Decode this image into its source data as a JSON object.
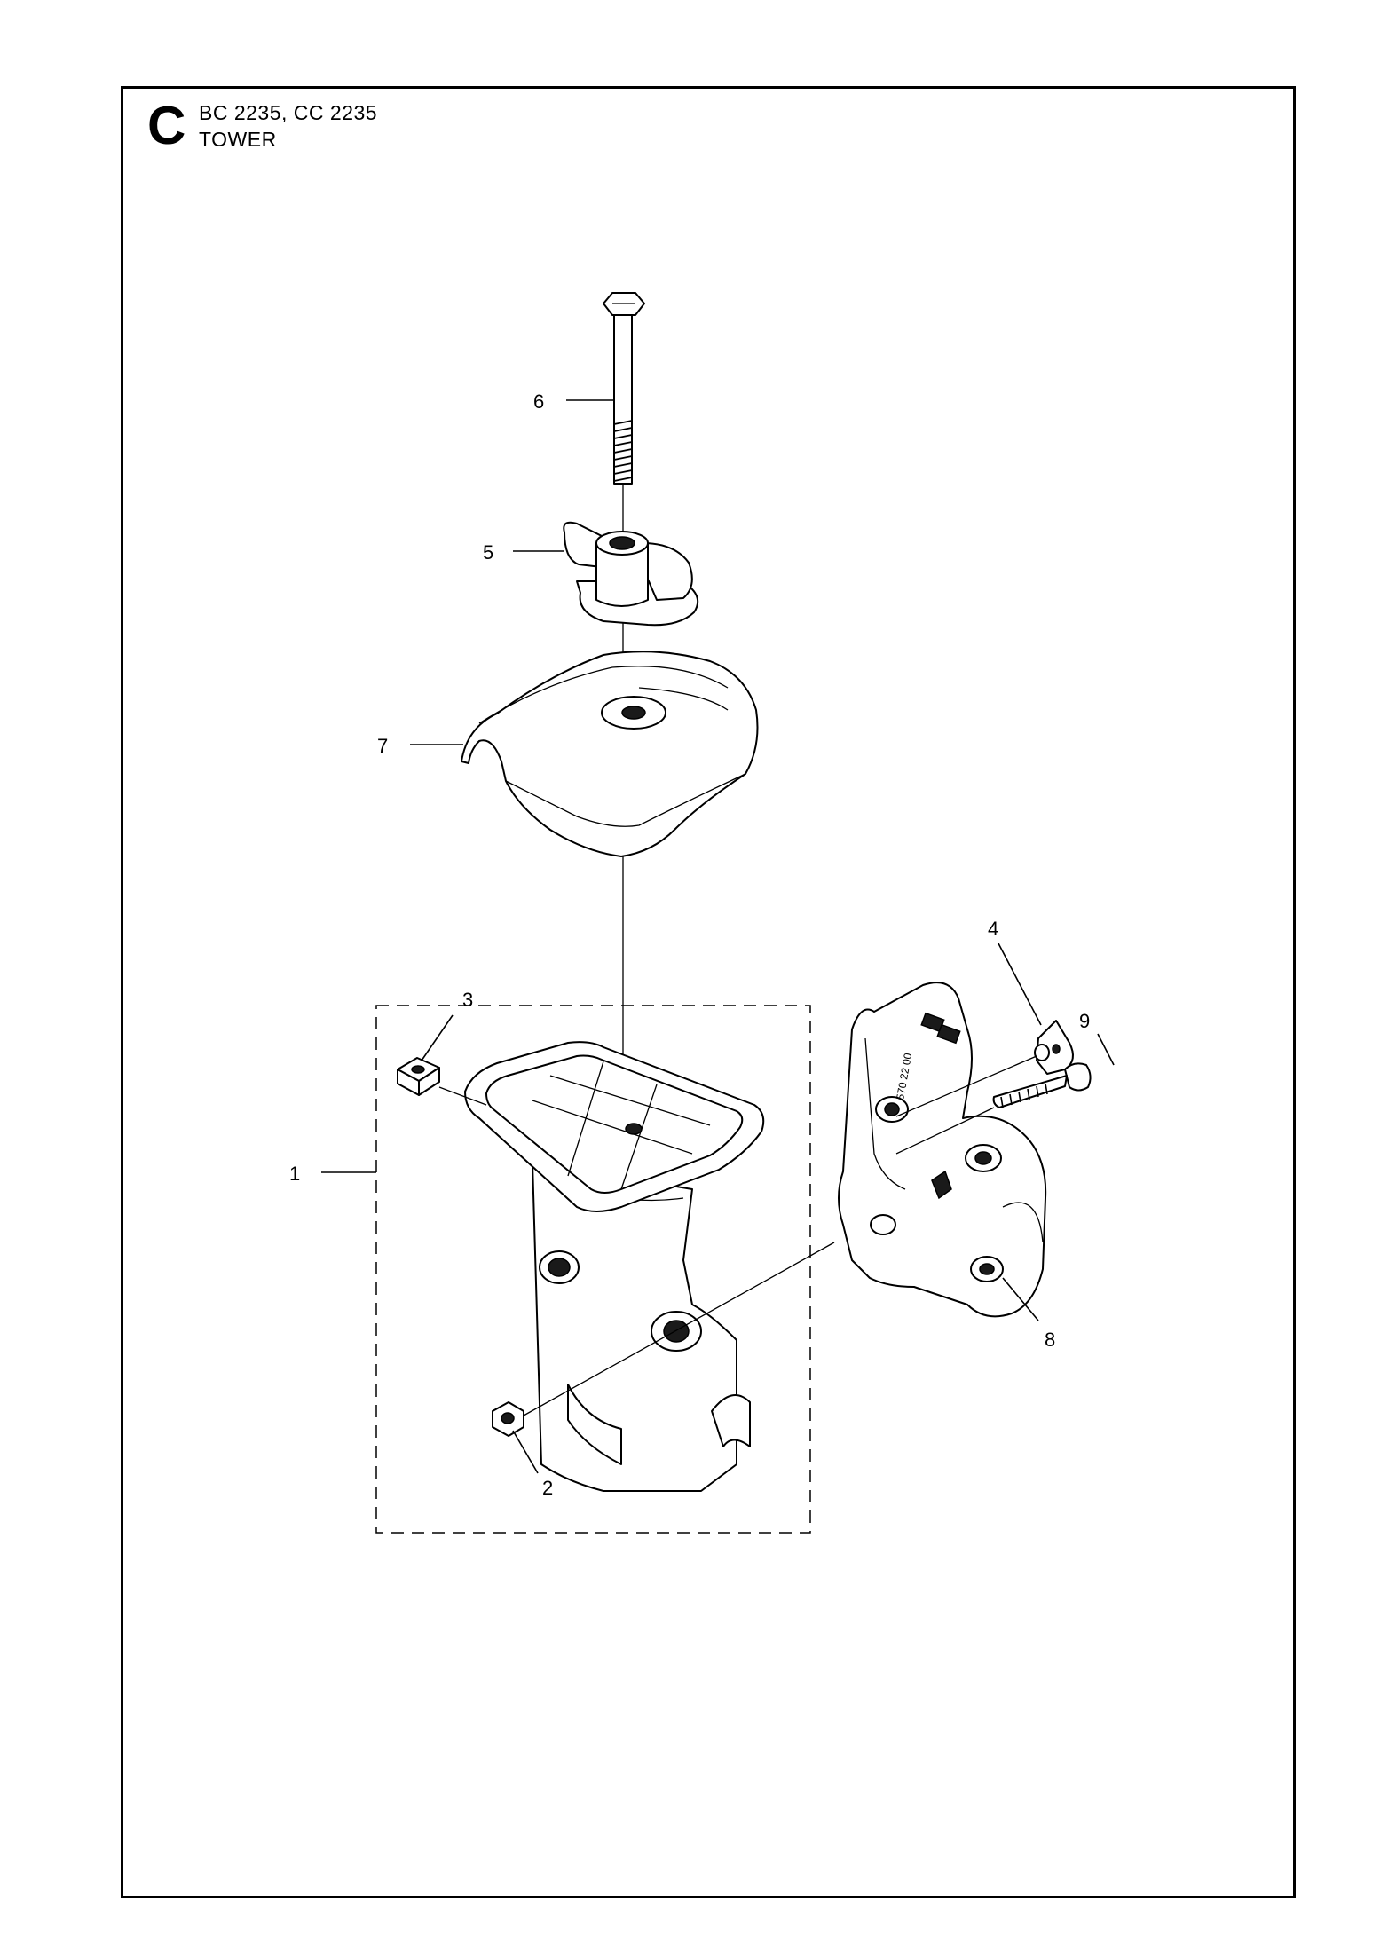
{
  "header": {
    "section_letter": "C",
    "models": "BC 2235, CC 2235",
    "title": "TOWER"
  },
  "callouts": [
    {
      "number": "1",
      "part": "tower-assembly"
    },
    {
      "number": "2",
      "part": "nut"
    },
    {
      "number": "3",
      "part": "square-nut"
    },
    {
      "number": "4",
      "part": "clip"
    },
    {
      "number": "5",
      "part": "knob"
    },
    {
      "number": "6",
      "part": "bolt"
    },
    {
      "number": "7",
      "part": "cover"
    },
    {
      "number": "8",
      "part": "bracket"
    },
    {
      "number": "9",
      "part": "screw"
    }
  ],
  "bracket_marking": "570 22 00"
}
